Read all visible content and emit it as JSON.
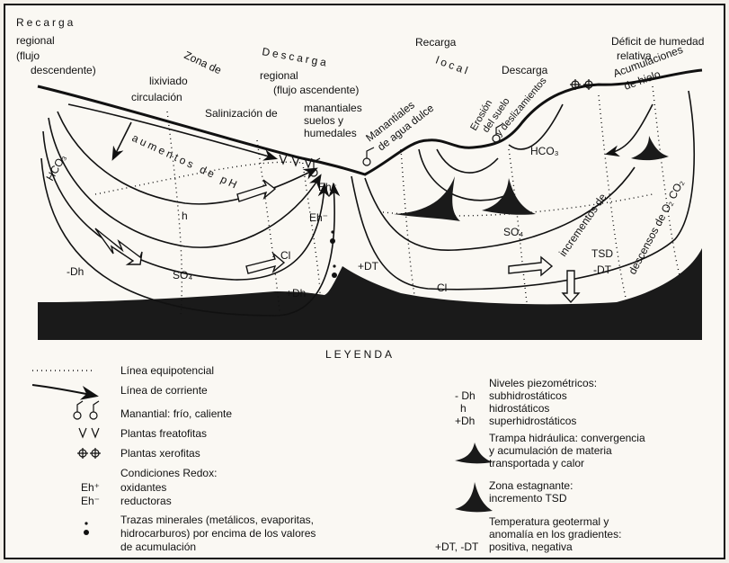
{
  "labels": {
    "recarga_regional": [
      "Recarga",
      "regional",
      "(flujo",
      "descendente)"
    ],
    "zona_de": "Zona de",
    "lixiviado": "lixiviado",
    "circulacion": "circulación",
    "descarga": "Descarga",
    "regional_flujo": [
      "regional",
      "(flujo ascendente)"
    ],
    "salinizacion": "Salinización de",
    "manantiales_suelos": [
      "manantiales",
      "suelos y",
      "humedales"
    ],
    "manantiales_agua": [
      "Manantiales",
      "de agua dulce"
    ],
    "recarga_local": [
      "Recarga",
      "local"
    ],
    "descarga_local": "Descarga",
    "erosion": [
      "Erosión",
      "del suelo",
      "y deslizamientos"
    ],
    "deficit": [
      "Déficit de humedad",
      "relativa"
    ],
    "acumulaciones": [
      "Acumulaciones",
      "de hielo"
    ],
    "aumentos": "aumentos de pH",
    "h": "h",
    "hco3_left": "HCO₃",
    "dh_minus": "-Dh",
    "so4_left": "SO₄",
    "cl_left": "Cl",
    "dh_plus": "+Dh",
    "eh_plus": "Eh⁺",
    "eh_minus": "Eh⁻",
    "dt_plus": "+DT",
    "hco3_right": "HCO₃",
    "so4_right": "SO₄",
    "cl_right": "Cl",
    "incrementos": [
      "incrementos de",
      "TSD"
    ],
    "dt_minus": "-DT",
    "descensos": "descensos de O₂ CO₂"
  },
  "legend": {
    "title": "LEYENDA",
    "left": [
      {
        "text": "Línea equipotencial"
      },
      {
        "text": "Línea de corriente"
      },
      {
        "text": "Manantial: frío, caliente"
      },
      {
        "text": "Plantas freatofitas"
      },
      {
        "text": "Plantas xerofitas"
      },
      {
        "text": "Condiciones Redox:"
      },
      {
        "text": "oxidantes"
      },
      {
        "text": "reductoras"
      },
      {
        "text": "Trazas minerales (metálicos, evaporitas,"
      },
      {
        "text": "hidrocarburos) por encima de los valores"
      },
      {
        "text": "de acumulación"
      }
    ],
    "redox_symbols": [
      "Eh⁺",
      "Eh⁻"
    ],
    "right": {
      "niveles_title": [
        "Niveles piezométricos:"
      ],
      "niveles_items": [
        {
          "sym": "- Dh",
          "text": "subhidrostáticos"
        },
        {
          "sym": "h",
          "text": "hidrostáticos"
        },
        {
          "sym": "+Dh",
          "text": "superhidrostáticos"
        }
      ],
      "trampa": [
        "Trampa hidráulica: convergencia",
        "y acumulación de materia",
        "transportada y calor"
      ],
      "zona": [
        "Zona estagnante:",
        "incremento TSD"
      ],
      "temp": [
        "Temperatura geotermal y",
        "anomalía en los gradientes:",
        "positiva, negativa"
      ],
      "temp_sym": "+DT, -DT"
    }
  }
}
